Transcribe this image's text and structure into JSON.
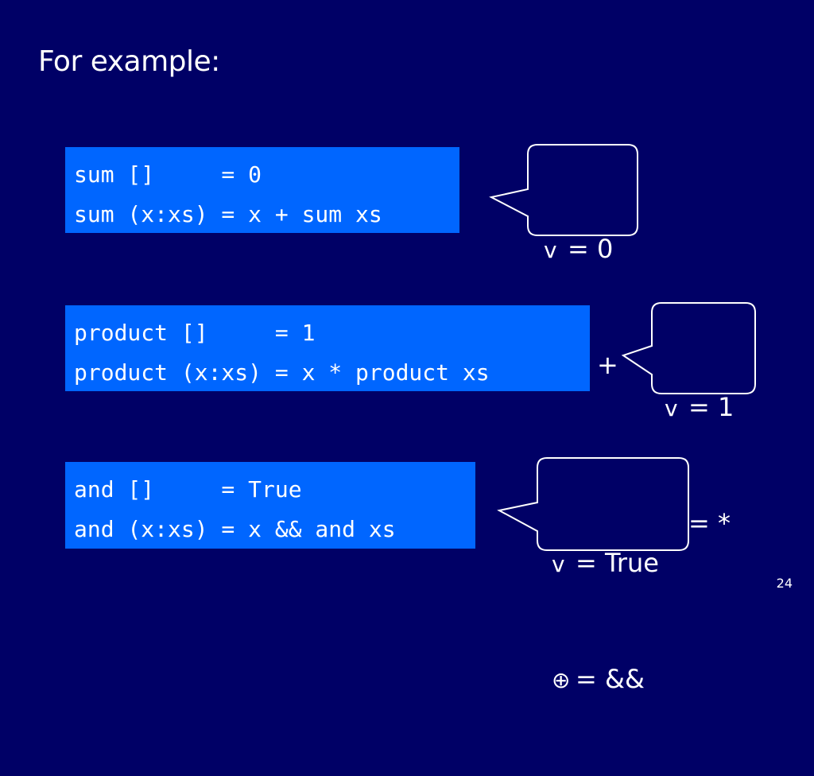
{
  "slide": {
    "title": "For example:",
    "page_number": "24",
    "colors": {
      "background": "#000066",
      "code_box": "#0066ff",
      "text": "#ffffff"
    }
  },
  "examples": [
    {
      "code": [
        "sum []     = 0",
        "sum (x:xs) = x + sum xs"
      ],
      "callout": {
        "v_symbol": "v",
        "op_symbol": "⊕",
        "v_value": "= 0",
        "op_value": "= +"
      }
    },
    {
      "code": [
        "product []     = 1",
        "product (x:xs) = x * product xs"
      ],
      "callout": {
        "v_symbol": "v",
        "op_symbol": "⊕",
        "v_value": "= 1",
        "op_value": "= *"
      }
    },
    {
      "code": [
        "and []     = True",
        "and (x:xs) = x && and xs"
      ],
      "callout": {
        "v_symbol": "v",
        "op_symbol": "⊕",
        "v_value": "= True",
        "op_value": "= &&"
      }
    }
  ]
}
